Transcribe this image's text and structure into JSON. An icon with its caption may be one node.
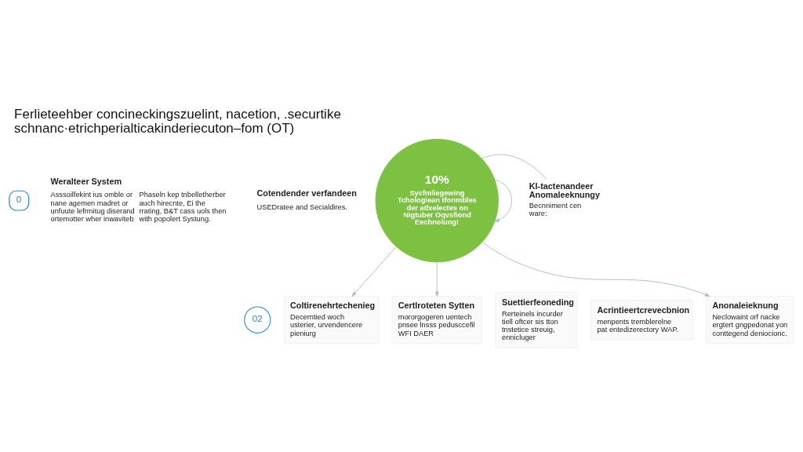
{
  "diagram": {
    "title": "Ferlieteehber concineckingszuelint, nacetion, .securtike schnanc·etrichperialticakinderiecuton–fom (OT)",
    "nodes": [
      {
        "text": [
          "0"
        ]
      },
      {
        "text": [
          "10%",
          "Sycfmliegewing Tchologiean tfonmbles der atlxelectes on Nigtuber Oqvsfiond Eechnolung!"
        ]
      },
      {
        "text": [
          "KI-tactenandeer Anomaleeknungy",
          "Becnniment cen ware:"
        ]
      },
      {
        "text": [
          "02"
        ]
      },
      {
        "text": [
          "Coltirenehrtechenieg",
          "Decerntied woch usterier, urvendencere pieniurg"
        ]
      },
      {
        "text": [
          "Certlroteten Sytten",
          "mororgogeren uentech pnsee lnsss pedusccefil WFI DAER"
        ]
      },
      {
        "text": [
          "Suettierfeoneding",
          "Rerteinels incurder tiell oftcer sis tton tnstetice streuig, ennicluger"
        ]
      },
      {
        "text": [
          "Acrintieertcrevecbnion",
          "menpents tremblerelne pat entedizerectory WAP."
        ]
      },
      {
        "text": [
          "Anonaleieknung",
          "Neclowaint orf nacke ergtert gngpedonat yon conttegend deniocionc."
        ]
      }
    ],
    "edges": [
      {
        "from": 1,
        "to": 4,
        "arrow": "to"
      },
      {
        "from": 1,
        "to": 5,
        "arrow": "to"
      },
      {
        "from": 1,
        "to": 1,
        "arrow": "to"
      },
      {
        "from": 1,
        "to": 2,
        "arrow": "none"
      },
      {
        "from": 1,
        "to": 8,
        "arrow": "to"
      }
    ],
    "labels": [
      "Weralteer System",
      "Asssoilfekint ius omble or nane agemen madret or unfuute lefrmitug diserand ortemotter wher inwaviteb",
      "Phaseln kep tnbelletherber auch hirecnte, Ei the rrating, B&T cass uols then with popolert Systung.",
      "Cotendender verfandeen",
      "USEDratee and Secialdires."
    ]
  }
}
